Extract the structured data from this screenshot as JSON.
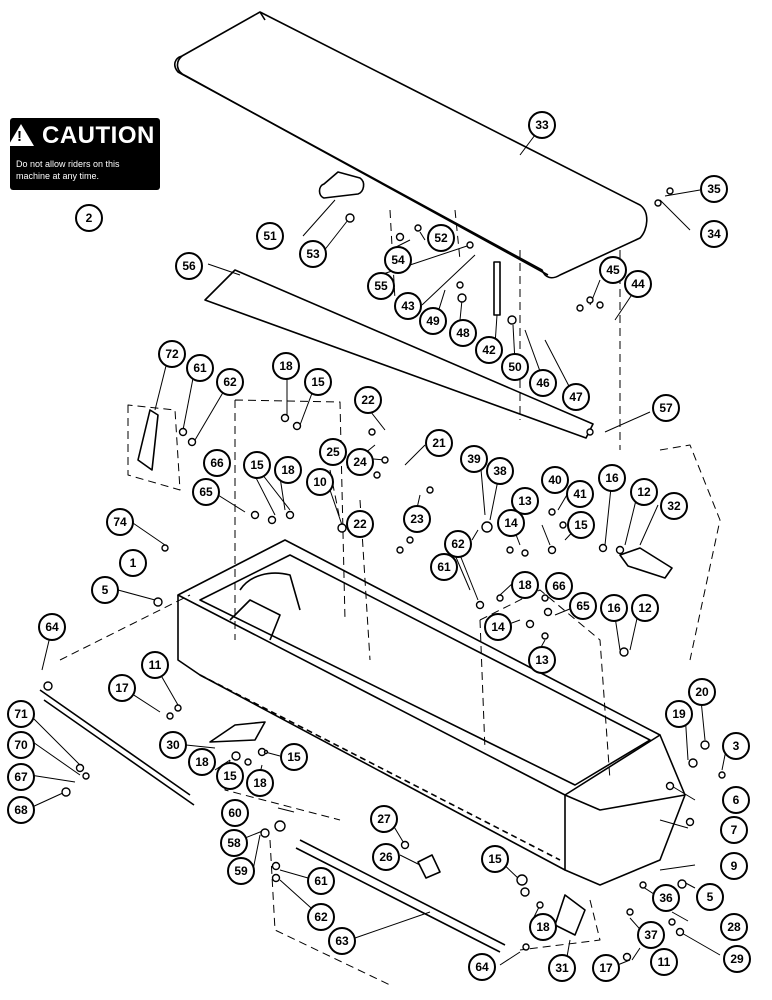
{
  "caution_label": {
    "heading": "CAUTION",
    "message": "Do not allow riders on this machine at any time."
  },
  "callouts": {
    "c1": "1",
    "c2": "2",
    "c3": "3",
    "c5a": "5",
    "c5b": "5",
    "c6": "6",
    "c7": "7",
    "c9": "9",
    "c10": "10",
    "c11a": "11",
    "c11b": "11",
    "c12a": "12",
    "c12b": "12",
    "c13a": "13",
    "c13b": "13",
    "c14a": "14",
    "c14b": "14",
    "c15a": "15",
    "c15b": "15",
    "c15c": "15",
    "c15d": "15",
    "c15e": "15",
    "c15f": "15",
    "c16a": "16",
    "c16b": "16",
    "c17a": "17",
    "c17b": "17",
    "c18a": "18",
    "c18b": "18",
    "c18c": "18",
    "c18d": "18",
    "c18e": "18",
    "c18f": "18",
    "c19": "19",
    "c20": "20",
    "c21": "21",
    "c22a": "22",
    "c22b": "22",
    "c23": "23",
    "c24": "24",
    "c25": "25",
    "c26": "26",
    "c27": "27",
    "c28": "28",
    "c29": "29",
    "c30": "30",
    "c31": "31",
    "c32": "32",
    "c33": "33",
    "c34": "34",
    "c35": "35",
    "c36": "36",
    "c37": "37",
    "c38": "38",
    "c39": "39",
    "c40": "40",
    "c41": "41",
    "c42": "42",
    "c43": "43",
    "c44": "44",
    "c45": "45",
    "c46": "46",
    "c47": "47",
    "c48": "48",
    "c49": "49",
    "c50": "50",
    "c51": "51",
    "c52": "52",
    "c53": "53",
    "c54": "54",
    "c55": "55",
    "c56": "56",
    "c57": "57",
    "c58": "58",
    "c59": "59",
    "c60": "60",
    "c61a": "61",
    "c61b": "61",
    "c61c": "61",
    "c62a": "62",
    "c62b": "62",
    "c62c": "62",
    "c63": "63",
    "c64a": "64",
    "c64b": "64",
    "c65a": "65",
    "c65b": "65",
    "c66a": "66",
    "c66b": "66",
    "c67": "67",
    "c68": "68",
    "c70": "70",
    "c71": "71",
    "c72": "72",
    "c74": "74"
  }
}
